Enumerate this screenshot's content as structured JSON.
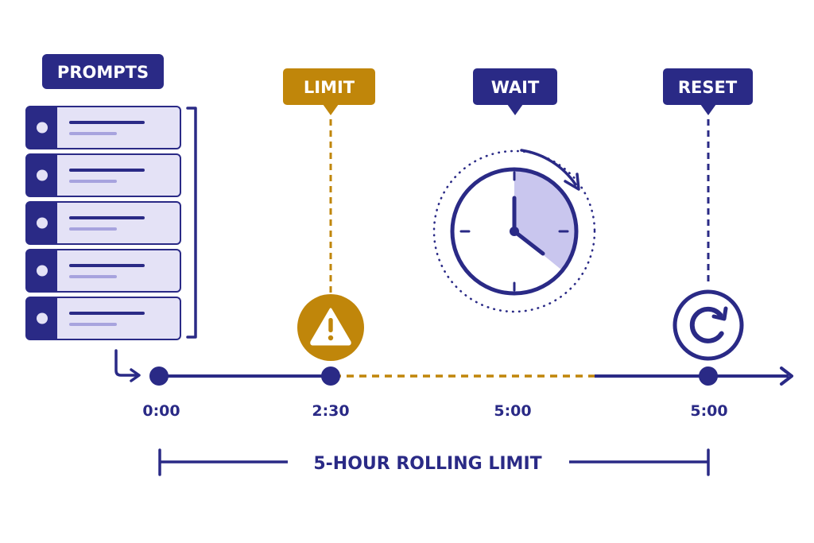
{
  "colors": {
    "navy": "#2a2a86",
    "gold": "#c0860a",
    "card_fill": "#e4e2f6",
    "card_line": "#a7a3de",
    "clock_fill": "#c9c6ee",
    "background": "#ffffff"
  },
  "prompts": {
    "title": "PROMPTS",
    "count": 5
  },
  "markers": {
    "limit": {
      "label": "LIMIT",
      "icon": "warning-icon"
    },
    "wait": {
      "label": "WAIT",
      "icon": "clock-icon"
    },
    "reset": {
      "label": "RESET",
      "icon": "refresh-icon"
    }
  },
  "timeline": {
    "ticks": [
      {
        "name": "start",
        "label": "0:00"
      },
      {
        "name": "limit",
        "label": "2:30"
      },
      {
        "name": "wait",
        "label": "5:00"
      },
      {
        "name": "reset",
        "label": "5:00"
      }
    ]
  },
  "window": {
    "label": "5-HOUR ROLLING LIMIT"
  }
}
